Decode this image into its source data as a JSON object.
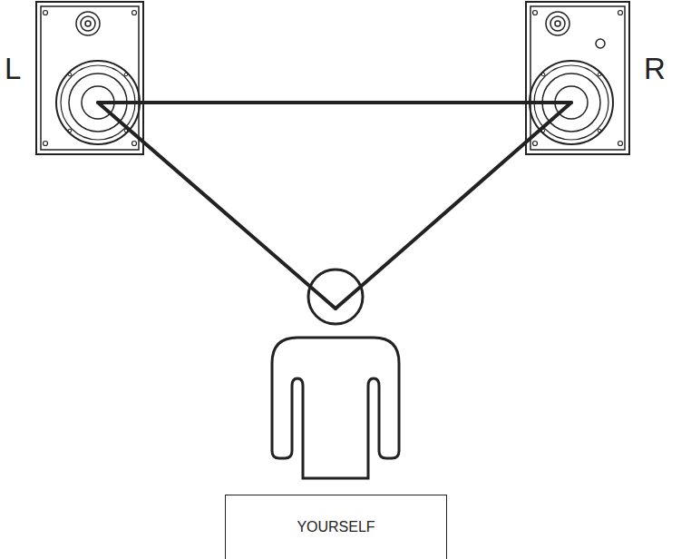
{
  "diagram": {
    "nodes": [
      {
        "text": [
          "L"
        ]
      },
      {
        "text": [
          "R"
        ]
      },
      {
        "text": [
          "YOURSELF"
        ]
      }
    ],
    "edges": [
      {
        "from": 0,
        "to": 1,
        "arrow": "none"
      }
    ]
  }
}
